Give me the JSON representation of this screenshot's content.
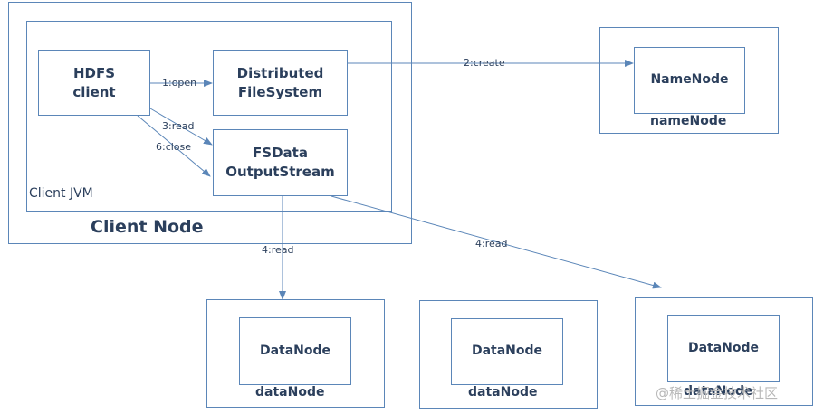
{
  "client_node": {
    "label": "Client Node",
    "jvm": {
      "label": "Client JVM",
      "hdfs_client": [
        "HDFS",
        "client"
      ],
      "distributed_fs": [
        "Distributed",
        "FileSystem"
      ],
      "fsdata_stream": [
        "FSData",
        "OutputStream"
      ]
    }
  },
  "namenode": {
    "inner": "NameNode",
    "outer": "nameNode"
  },
  "datanodes": [
    {
      "inner": "DataNode",
      "outer": "dataNode"
    },
    {
      "inner": "DataNode",
      "outer": "dataNode"
    },
    {
      "inner": "DataNode",
      "outer": "dataNode"
    }
  ],
  "edges": {
    "open": "1:open",
    "create": "2:create",
    "read3": "3:read",
    "close": "6:close",
    "read4a": "4:read",
    "read4b": "4:read"
  },
  "watermark": "@稀土掘金技术社区",
  "colors": {
    "border": "#5b86b8",
    "arrow": "#5b86b8",
    "text": "#2b3f5c"
  }
}
